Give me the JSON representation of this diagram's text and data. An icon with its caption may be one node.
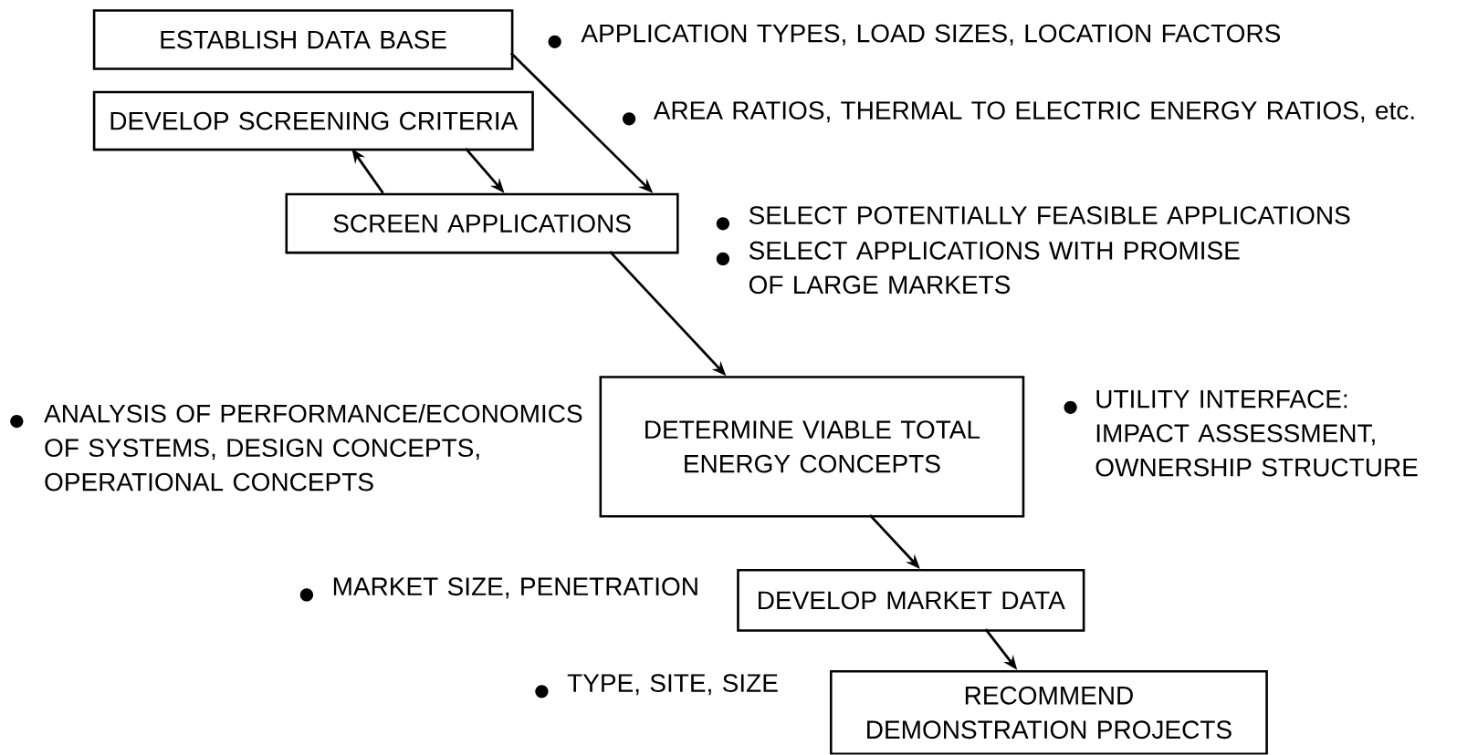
{
  "diagram": {
    "nodes": [
      {
        "text": [
          "ESTABLISH DATA BASE"
        ],
        "beside": [
          "APPLICATION TYPES, LOAD SIZES, LOCATION FACTORS"
        ]
      },
      {
        "text": [
          "DEVELOP SCREENING CRITERIA"
        ]
      },
      {
        "text": [
          "SCREEN APPLICATIONS"
        ],
        "beside": [
          "SELECT POTENTIALLY FEASIBLE APPLICATIONS",
          "SELECT APPLICATIONS WITH PROMISE OF LARGE MARKETS"
        ]
      },
      {
        "text": [
          "DETERMINE VIABLE TOTAL ENERGY CONCEPTS"
        ],
        "beside": [
          "ANALYSIS OF PERFORMANCE/ECONOMICS OF SYSTEMS, DESIGN CONCEPTS, OPERATIONAL CONCEPTS",
          "UTILITY INTERFACE: IMPACT ASSESSMENT, OWNERSHIP STRUCTURE"
        ]
      },
      {
        "text": [
          "DEVELOP MARKET DATA"
        ],
        "beside": [
          "MARKET SIZE, PENETRATION"
        ]
      },
      {
        "text": [
          "RECOMMEND DEMONSTRATION PROJECTS"
        ],
        "beside": [
          "TYPE, SITE, SIZE"
        ]
      }
    ],
    "edges": [
      {
        "from": 0,
        "to": 2,
        "arrow": "to"
      },
      {
        "from": 2,
        "to": 1,
        "arrow": "to"
      },
      {
        "from": 1,
        "to": 2,
        "arrow": "to"
      },
      {
        "from": 2,
        "to": 3,
        "arrow": "to"
      },
      {
        "from": 3,
        "to": 4,
        "arrow": "to"
      },
      {
        "from": 4,
        "to": 5,
        "arrow": "to"
      }
    ],
    "labels": [
      "AREA RATIOS, THERMAL TO ELECTRIC ENERGY RATIOS, etc."
    ]
  }
}
